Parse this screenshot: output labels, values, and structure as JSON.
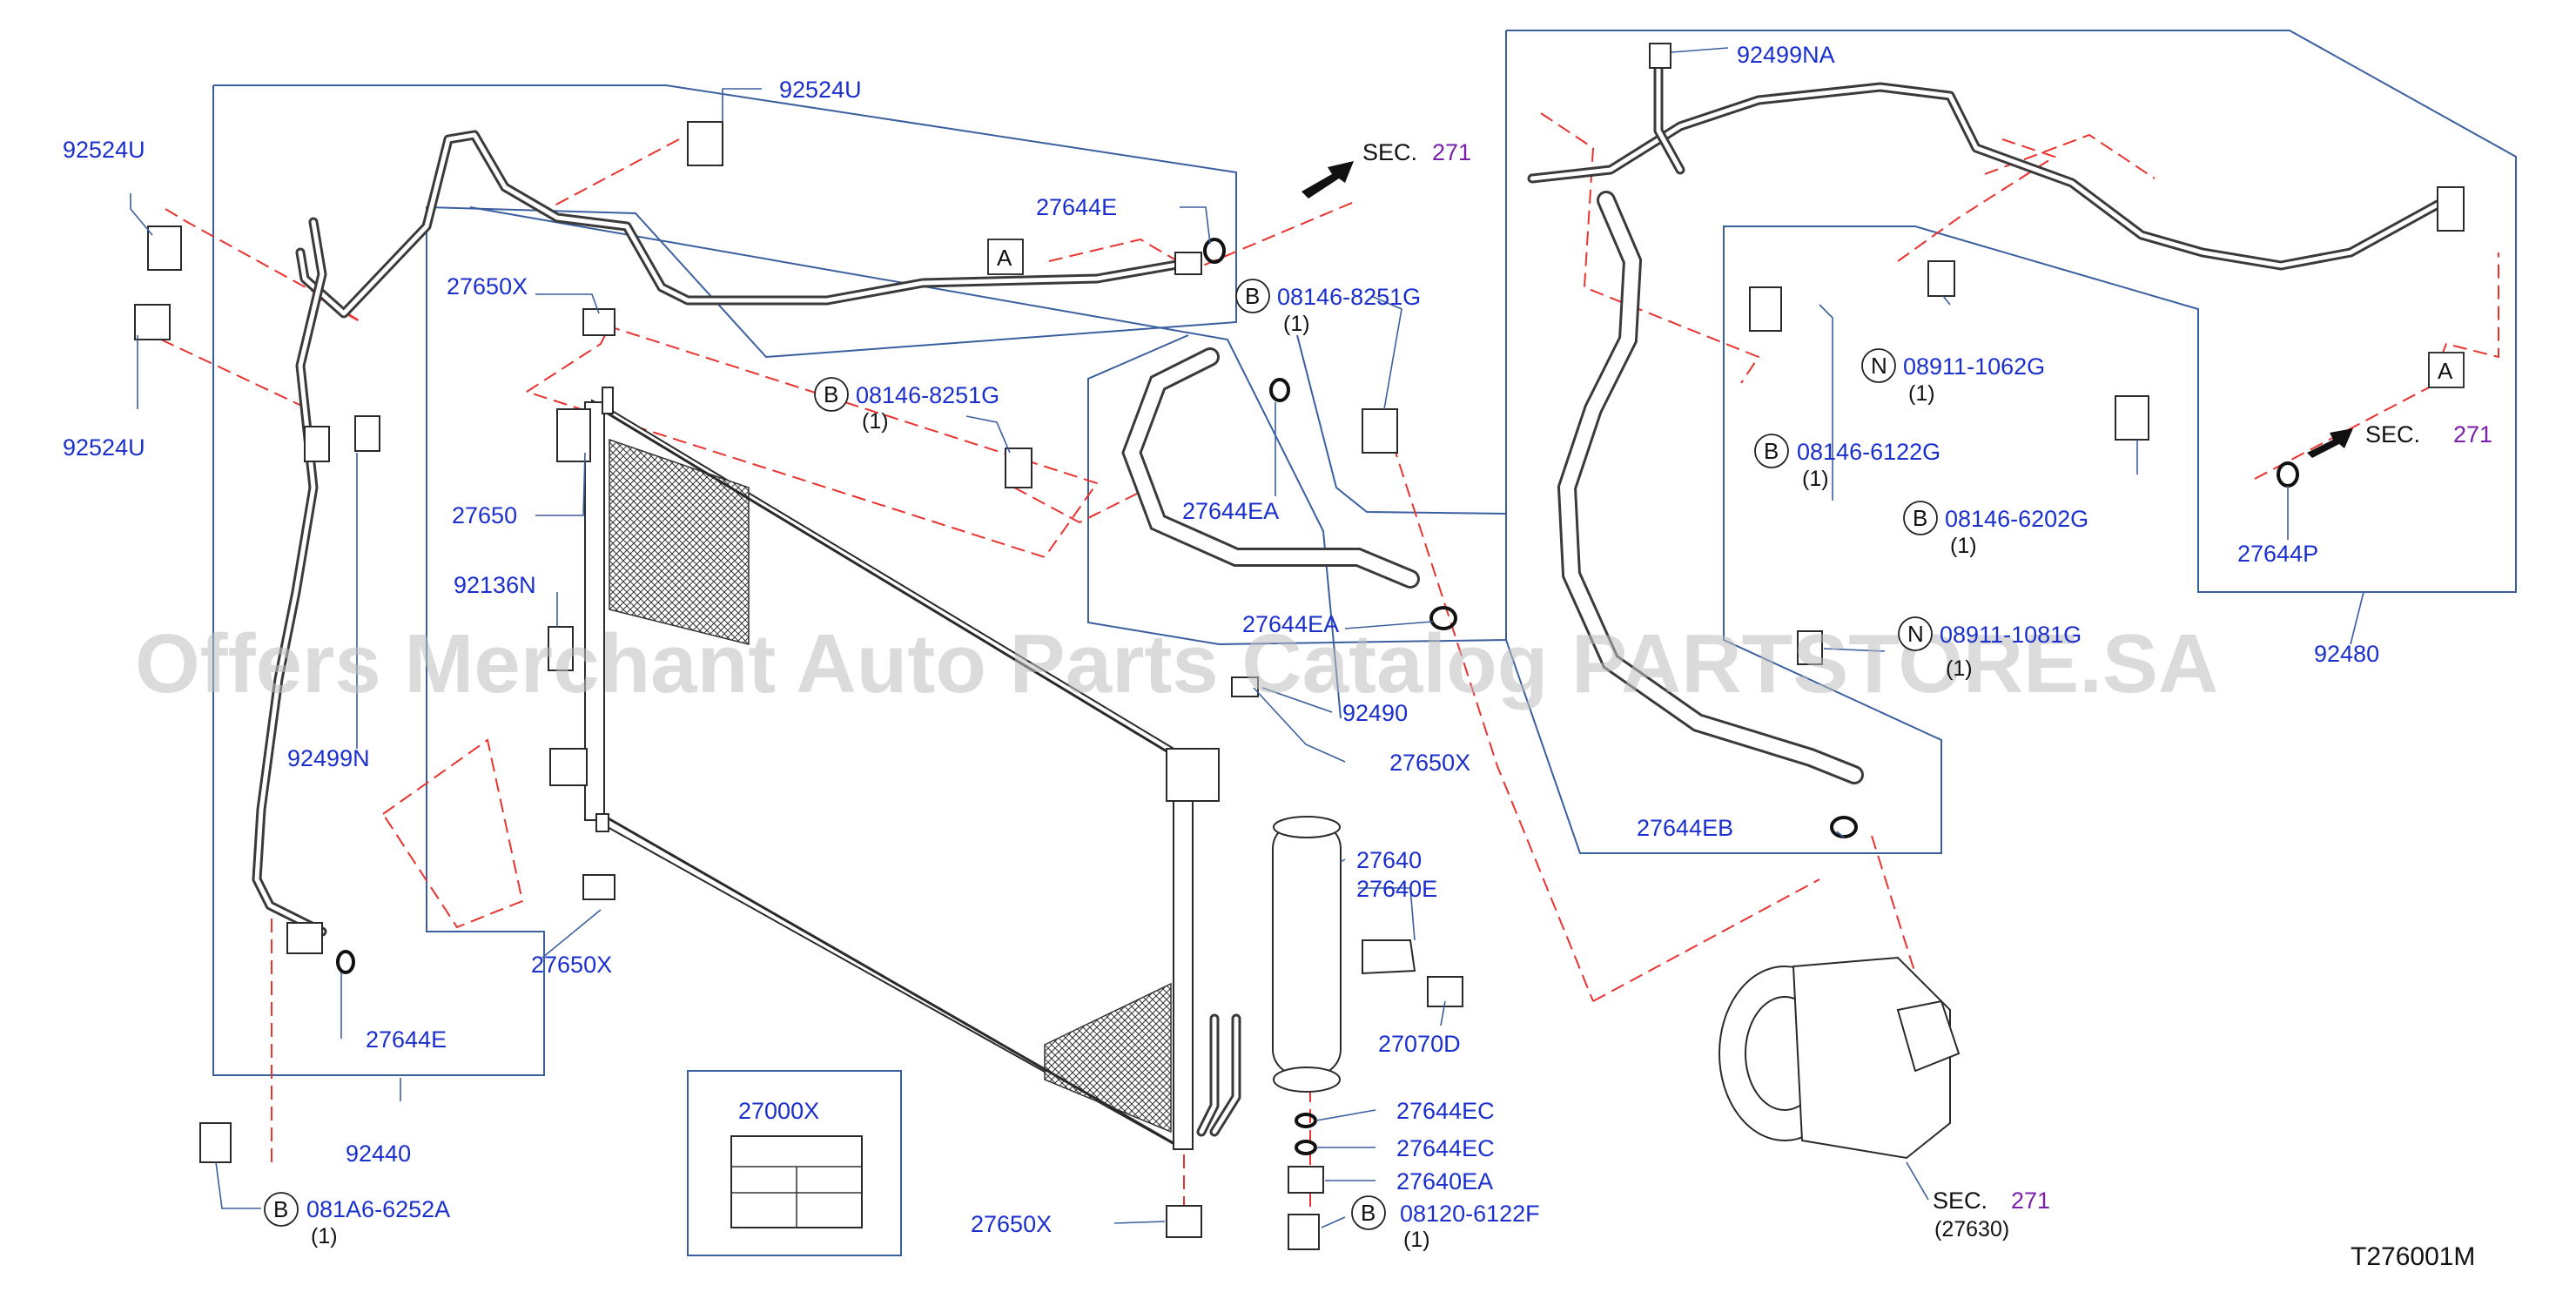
{
  "watermark": "Offers Merchant Auto Parts Catalog PARTSTORE.SA",
  "diagram_code": "T276001M",
  "callout_letter": "B",
  "callout_letter_n": "N",
  "ref_letter": "A",
  "labels": {
    "p92524U_top": "92524U",
    "p92524U_left1": "92524U",
    "p92524U_left2": "92524U",
    "p27644E_top": "27644E",
    "p27650X_top": "27650X",
    "p27650": "27650",
    "p92136N": "92136N",
    "p92499N": "92499N",
    "p08146_8251G_a": "08146-8251G",
    "p08146_8251G_a_qty": "(1)",
    "p08146_8251G_b": "08146-8251G",
    "p08146_8251G_b_qty": "(1)",
    "p27644EA_a": "27644EA",
    "p27644EA_b": "27644EA",
    "p92490": "92490",
    "p27650X_mid": "27650X",
    "p27640": "27640",
    "p27640E": "27640E",
    "p27070D": "27070D",
    "p27650X_low": "27650X",
    "p27644E_low": "27644E",
    "p92440": "92440",
    "p081A6_6252A": "081A6-6252A",
    "p081A6_6252A_qty": "(1)",
    "p27000X": "27000X",
    "p27644EC_a": "27644EC",
    "p27644EC_b": "27644EC",
    "p27640EA": "27640EA",
    "p08120_6122F": "08120-6122F",
    "p08120_6122F_qty": "(1)",
    "p27650X_bot": "27650X",
    "p92499NA": "92499NA",
    "p08911_1062G": "08911-1062G",
    "p08911_1062G_qty": "(1)",
    "p08146_6122G": "08146-6122G",
    "p08146_6122G_qty": "(1)",
    "p08146_6202G": "08146-6202G",
    "p08146_6202G_qty": "(1)",
    "p27644P": "27644P",
    "p08911_1081G": "08911-1081G",
    "p08911_1081G_qty": "(1)",
    "p92480": "92480",
    "p27644EB": "27644EB",
    "sec_top": "SEC.",
    "sec_top_num": "271",
    "sec_right": "SEC.",
    "sec_right_num": "271",
    "sec_bottom": "SEC.",
    "sec_bottom_num": "271",
    "sec_bottom_sub": "(27630)"
  },
  "colors": {
    "part_label": "#1a2fcc",
    "leader_line": "#3a5f9e",
    "dashed_line": "#e8332f",
    "section_number": "#7a1fa8"
  }
}
